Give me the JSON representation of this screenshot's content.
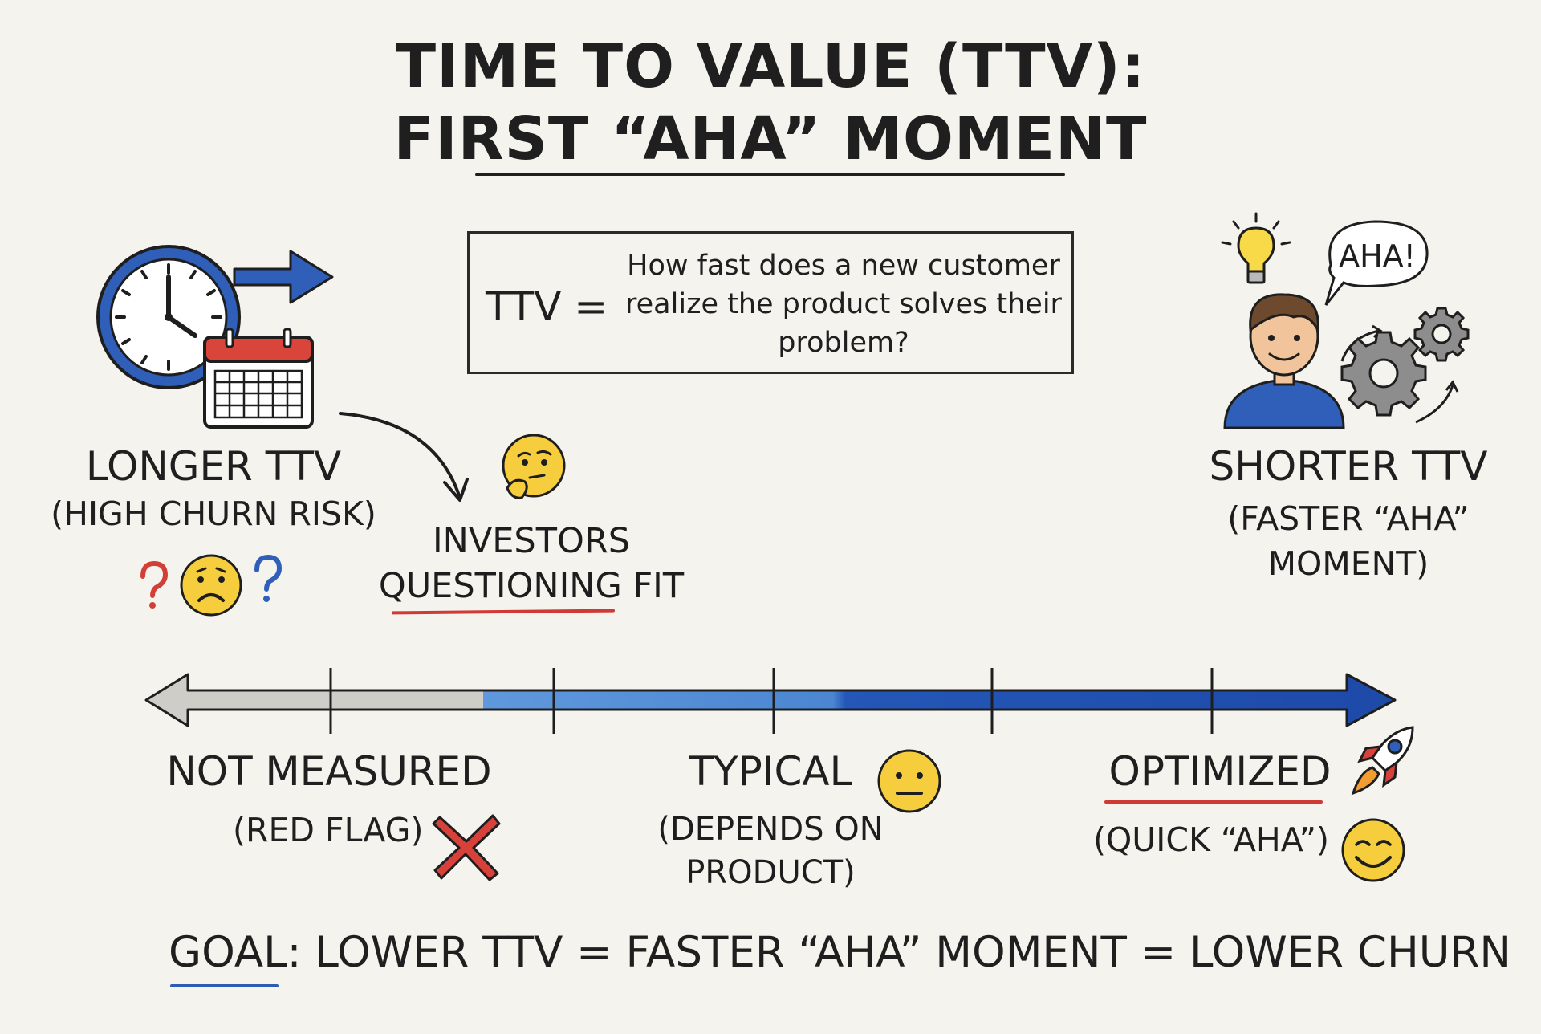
{
  "title": {
    "line1": "TIME TO VALUE (TTV):",
    "line2": "FIRST “AHA” MOMENT"
  },
  "definition": {
    "lhs": "TTV =",
    "question": "How fast does a new customer realize the product solves their problem?"
  },
  "left_panel": {
    "title": "LONGER TTV",
    "subtitle": "(HIGH CHURN RISK)",
    "note": "INVESTORS QUESTIONING FIT"
  },
  "right_panel": {
    "title": "SHORTER TTV",
    "subtitle": "(FASTER “AHA” MOMENT)",
    "speech": "AHA!"
  },
  "scale": {
    "stages": [
      {
        "label": "NOT MEASURED",
        "sublabel": "(RED FLAG)"
      },
      {
        "label": "TYPICAL",
        "sublabel": "(DEPENDS ON PRODUCT)"
      },
      {
        "label": "OPTIMIZED",
        "sublabel": "(QUICK “AHA”)"
      }
    ],
    "colors": {
      "grey": "#c9c7c2",
      "light_blue": "#5b93d8",
      "dark_blue": "#2457b8"
    }
  },
  "goal": {
    "word": "GOAL",
    "text": ": LOWER TTV = FASTER “AHA” MOMENT = LOWER CHURN"
  },
  "icons": [
    "clock-icon",
    "calendar-icon",
    "arrow-right-icon",
    "thinking-face-icon",
    "sad-face-icon",
    "question-mark-icon",
    "lightbulb-icon",
    "person-icon",
    "gears-icon",
    "neutral-face-icon",
    "red-x-icon",
    "rocket-icon",
    "smile-face-icon"
  ]
}
